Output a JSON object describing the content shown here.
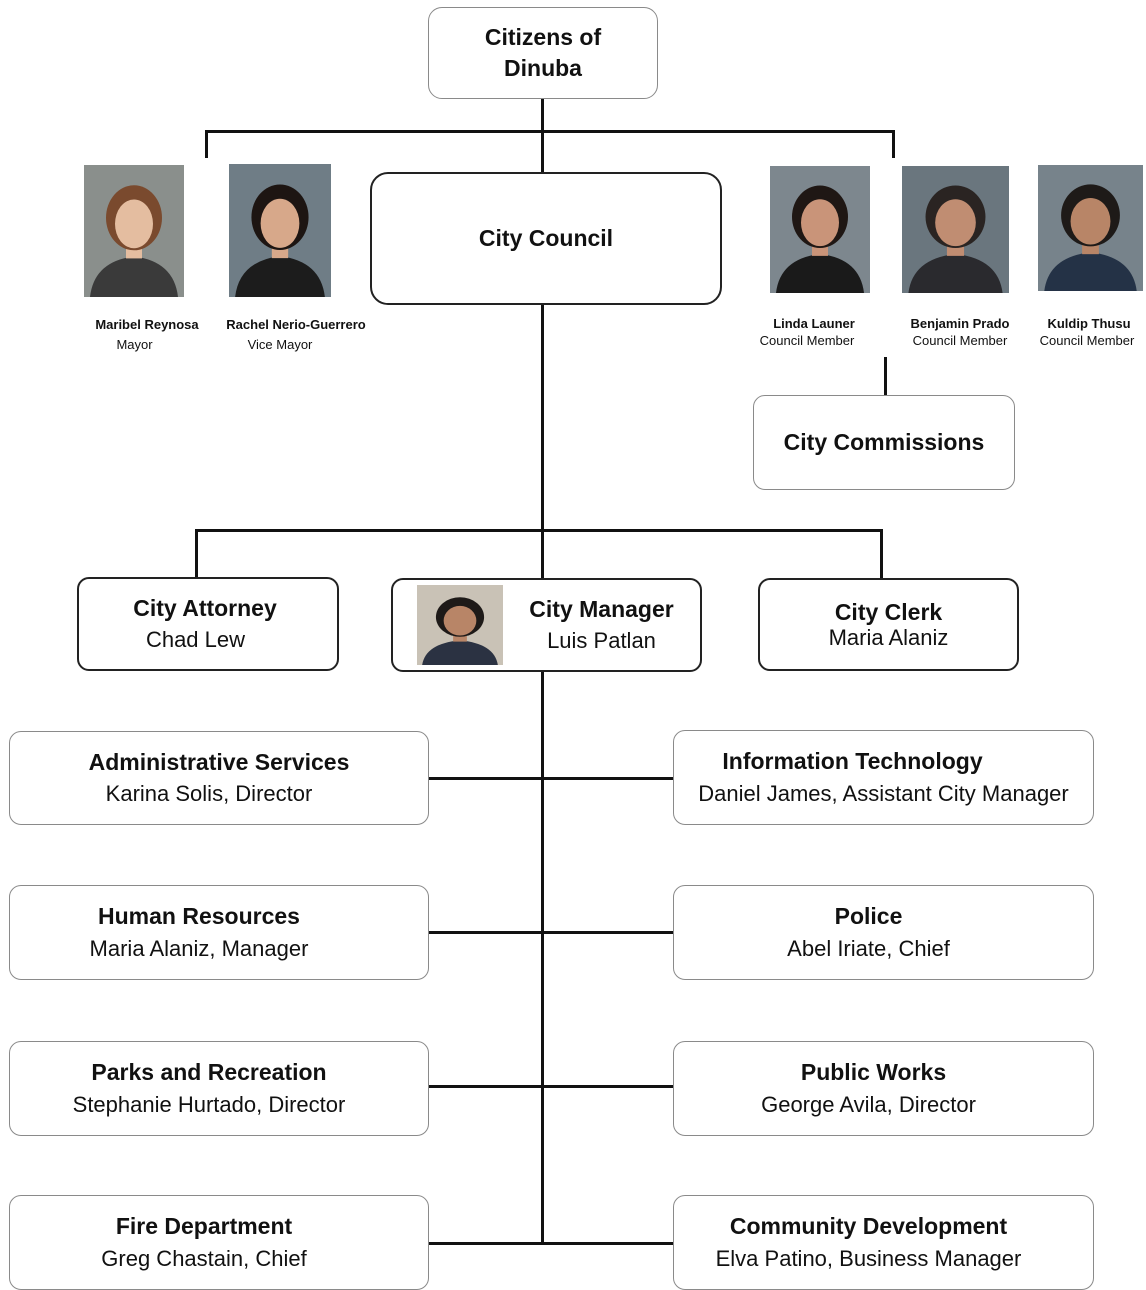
{
  "top": {
    "title": "Citizens of Dinuba"
  },
  "council": {
    "title": "City Council",
    "members": [
      {
        "name": "Maribel Reynosa",
        "role": "Mayor",
        "bg": "#8a8f8c",
        "hair": "#7a4a2e",
        "skin": "#e4bda0",
        "clothes": "#3a3a3a"
      },
      {
        "name": "Rachel Nerio-Guerrero",
        "role": "Vice Mayor",
        "bg": "#6f7d86",
        "hair": "#1d1512",
        "skin": "#d7a88a",
        "clothes": "#1c1c1c"
      },
      {
        "name": "Linda Launer",
        "role": "Council Member",
        "bg": "#7d878e",
        "hair": "#1f1714",
        "skin": "#c99479",
        "clothes": "#1a1a1a"
      },
      {
        "name": "Benjamin Prado",
        "role": "Council Member",
        "bg": "#6a767e",
        "hair": "#2a2422",
        "skin": "#c08d72",
        "clothes": "#2a2a2e"
      },
      {
        "name": "Kuldip Thusu",
        "role": "Council Member",
        "bg": "#77838b",
        "hair": "#1e1a18",
        "skin": "#b88567",
        "clothes": "#243246"
      }
    ]
  },
  "commissions": {
    "title": "City Commissions"
  },
  "attorney": {
    "title": "City Attorney",
    "person": "Chad Lew"
  },
  "manager": {
    "title": "City Manager",
    "person": "Luis Patlan",
    "photo_bg": "#c9c2b6"
  },
  "clerk": {
    "title": "City Clerk",
    "person": "Maria Alaniz"
  },
  "departments": [
    {
      "title": "Administrative Services",
      "person": "Karina Solis, Director"
    },
    {
      "title": "Information Technology",
      "person": "Daniel James, Assistant City Manager"
    },
    {
      "title": "Human Resources",
      "person": "Maria Alaniz, Manager"
    },
    {
      "title": "Police",
      "person": "Abel Iriate, Chief"
    },
    {
      "title": "Parks and Recreation",
      "person": "Stephanie Hurtado, Director"
    },
    {
      "title": "Public Works",
      "person": "George Avila, Director"
    },
    {
      "title": "Fire Department",
      "person": "Greg Chastain, Chief"
    },
    {
      "title": "Community Development",
      "person": "Elva Patino, Business Manager"
    }
  ]
}
